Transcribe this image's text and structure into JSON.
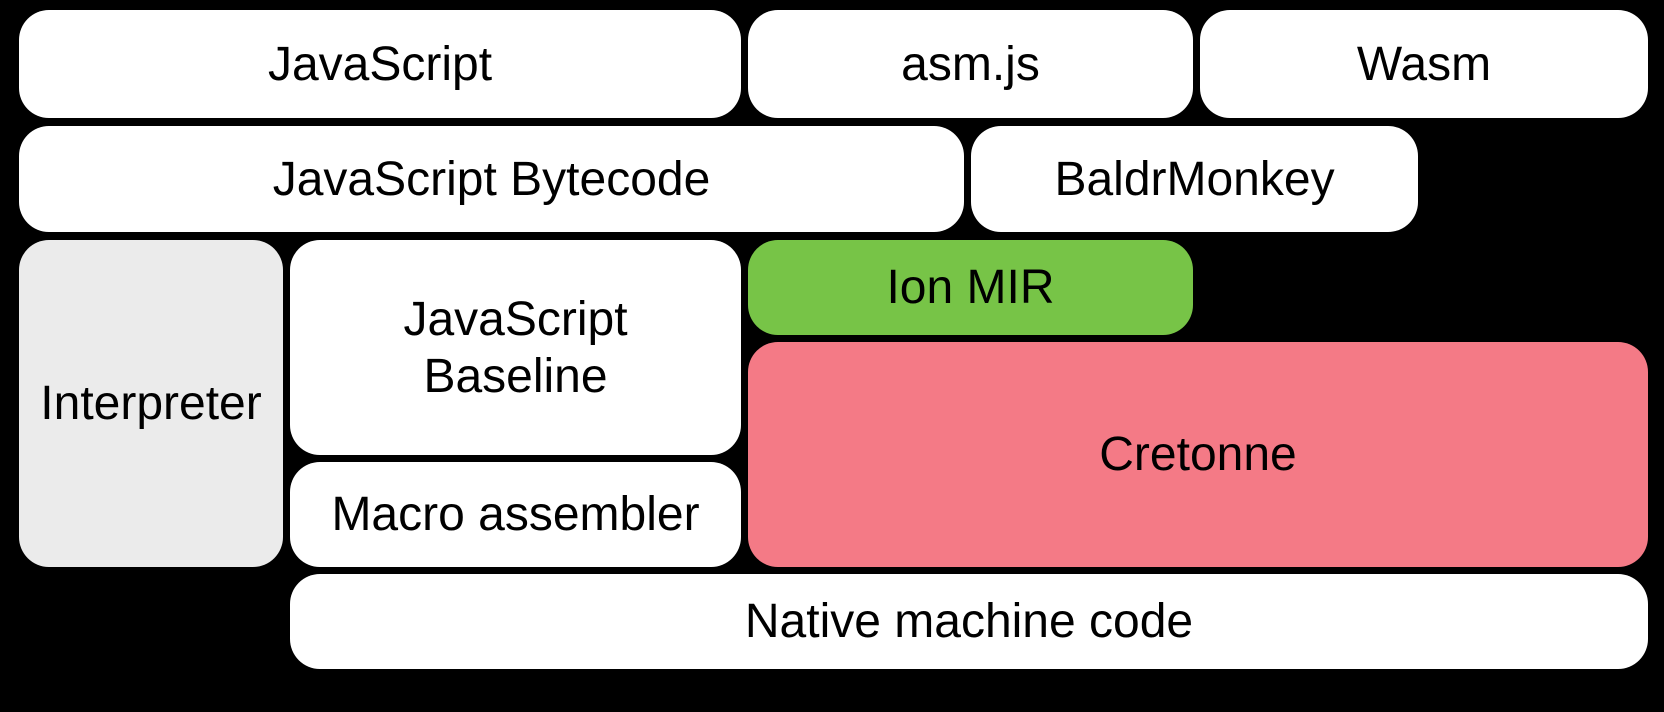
{
  "colors": {
    "background": "#000000",
    "box_white": "#ffffff",
    "box_gray": "#ebebeb",
    "box_green": "#77c447",
    "box_pink": "#f47a86",
    "text": "#000000"
  },
  "diagram": {
    "boxes": {
      "javascript": "JavaScript",
      "asmjs": "asm.js",
      "wasm": "Wasm",
      "bytecode": "JavaScript Bytecode",
      "baldrmonkey": "BaldrMonkey",
      "interpreter": "Interpreter",
      "baseline": "JavaScript\nBaseline",
      "ionmir": "Ion MIR",
      "cretonne": "Cretonne",
      "macroassembler": "Macro assembler",
      "nativecode": "Native machine code"
    }
  }
}
